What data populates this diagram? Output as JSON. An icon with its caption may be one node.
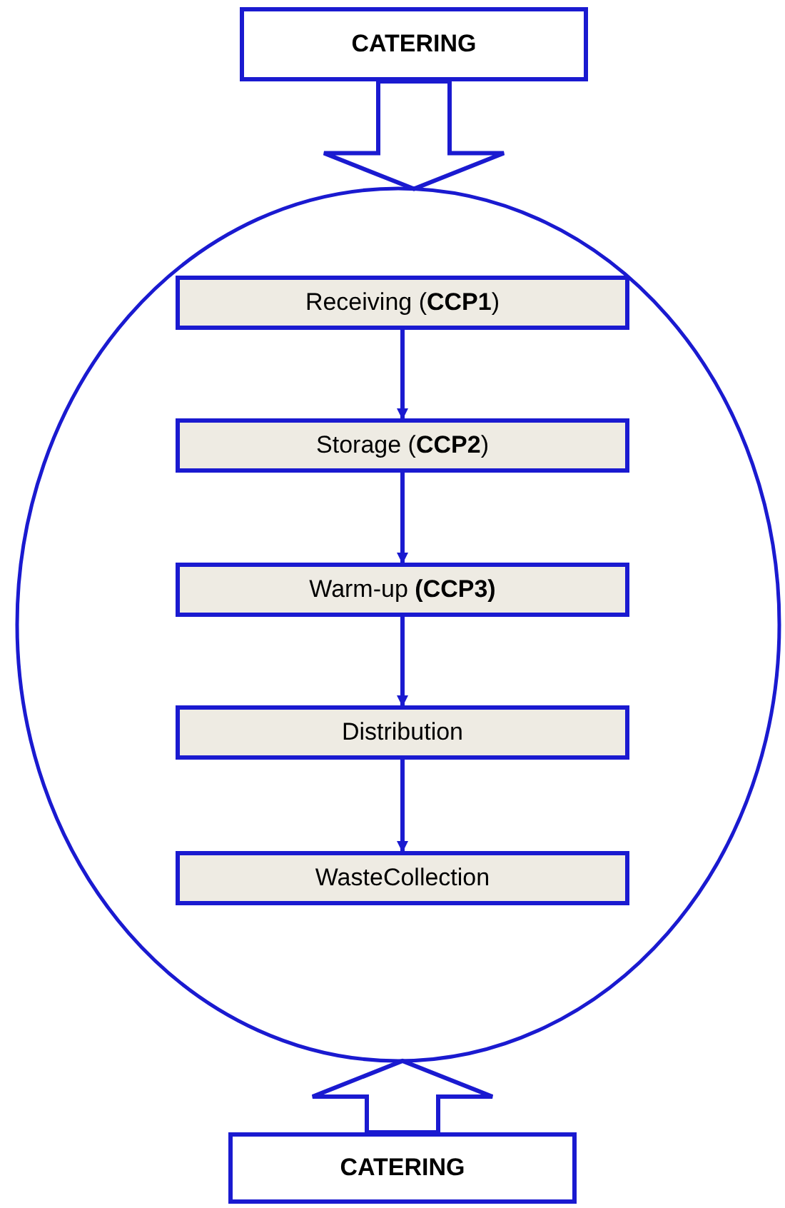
{
  "diagram": {
    "nodes": [
      {
        "text": [
          "CATERING"
        ]
      },
      {
        "text": [],
        "shape": "circle"
      },
      {
        "text": [
          "Receiving (**CCP1**)"
        ],
        "in": 1
      },
      {
        "text": [
          "Storage (**CCP2**)"
        ],
        "in": 1
      },
      {
        "text": [
          "Warm-up **(CCP3)**"
        ],
        "in": 1
      },
      {
        "text": [
          "Distribution"
        ],
        "in": 1
      },
      {
        "text": [
          "WasteCollection"
        ],
        "in": 1
      },
      {
        "text": [
          "CATERING"
        ]
      }
    ],
    "edges": [
      {
        "from": 0,
        "to": 1,
        "arrow": "to",
        "style": "thick"
      },
      {
        "from": 2,
        "to": 3,
        "arrow": "to"
      },
      {
        "from": 3,
        "to": 4,
        "arrow": "to"
      },
      {
        "from": 4,
        "to": 5,
        "arrow": "to"
      },
      {
        "from": 5,
        "to": 6,
        "arrow": "to"
      },
      {
        "from": 7,
        "to": 1,
        "arrow": "to",
        "style": "thick"
      }
    ]
  }
}
